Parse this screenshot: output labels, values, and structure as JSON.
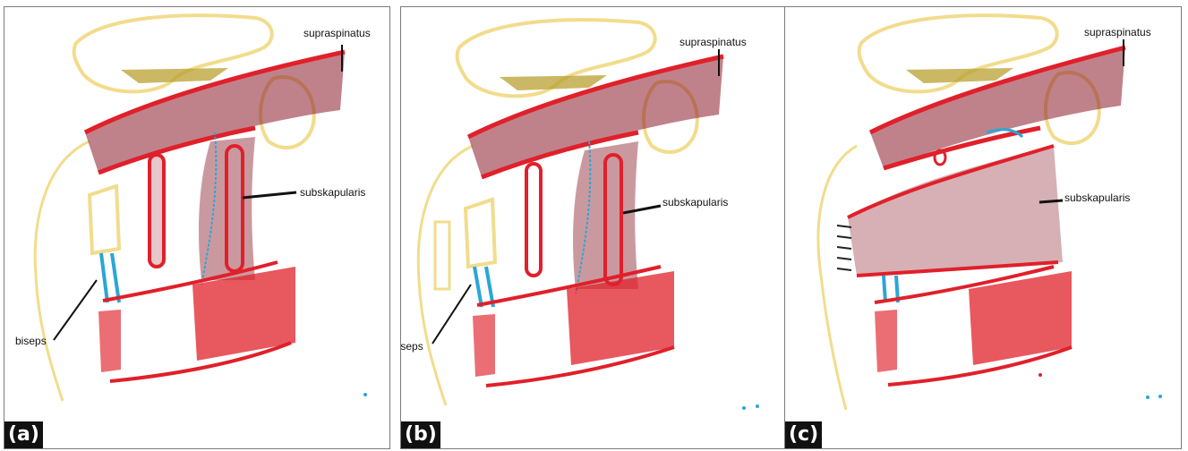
{
  "figure": {
    "panels": [
      {
        "id": "a",
        "tag": "(a)",
        "labels": {
          "top": "supraspinatus",
          "middle": "subskapularis",
          "lower": "biseps"
        }
      },
      {
        "id": "b",
        "tag": "(b)",
        "labels": {
          "top": "supraspinatus",
          "middle": "subskapularis",
          "lower": "biseps"
        }
      },
      {
        "id": "c",
        "tag": "(c)",
        "labels": {
          "top": "supraspinatus",
          "middle": "subskapularis"
        }
      }
    ]
  },
  "colors": {
    "muscle_red": "#e0202a",
    "fiber_dark": "#8a1c2a",
    "bone": "#f2dc8c",
    "tendon": "#2aa6d6",
    "ligament_olive": "#a89020",
    "pointer": "#111111"
  }
}
